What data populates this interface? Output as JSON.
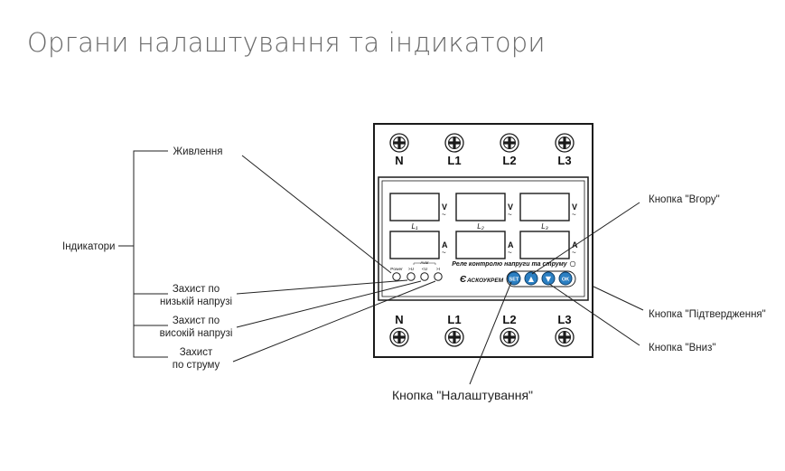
{
  "title": "Органи налаштування та індикатори",
  "device": {
    "terminals_top": [
      "N",
      "L1",
      "L2",
      "L3"
    ],
    "terminals_bottom": [
      "N",
      "L1",
      "L2",
      "L3"
    ],
    "unit_voltage": "V",
    "unit_current": "A",
    "phase_labels": [
      "L₁",
      "L₂",
      "L₃"
    ],
    "indicator_labels": {
      "power": "Power",
      "low_u": ">U",
      "high_u": "<U",
      "current": ">I",
      "group": "Avar"
    },
    "caption": "Реле контролю напруги та струму",
    "brand": "АСКОУКРЕМ",
    "buttons": {
      "set": "SET",
      "up": "▲",
      "down": "▼",
      "ok": "OK"
    }
  },
  "callouts": {
    "power": "Живлення",
    "indicators": "Індикатори",
    "low_voltage": [
      "Захист по",
      "низькій напрузі"
    ],
    "high_voltage": [
      "Захист по",
      "високій напрузі"
    ],
    "current": [
      "Захист",
      "по струму"
    ],
    "setup": "Кнопка \"Налаштування\"",
    "up": "Кнопка \"Вгору\"",
    "confirm": "Кнопка \"Підтвердження\"",
    "down": "Кнопка \"Вниз\""
  }
}
